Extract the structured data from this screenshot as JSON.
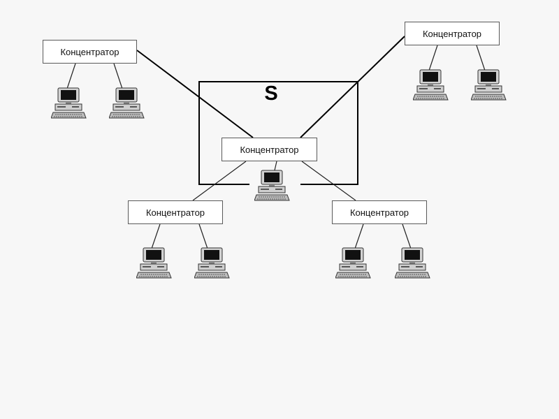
{
  "diagram": {
    "segment_label": "S",
    "hubs": {
      "top_left": "Концентратор",
      "top_right": "Концентратор",
      "center": "Концентратор",
      "bottom_left": "Концентратор",
      "bottom_right": "Концентратор"
    }
  }
}
